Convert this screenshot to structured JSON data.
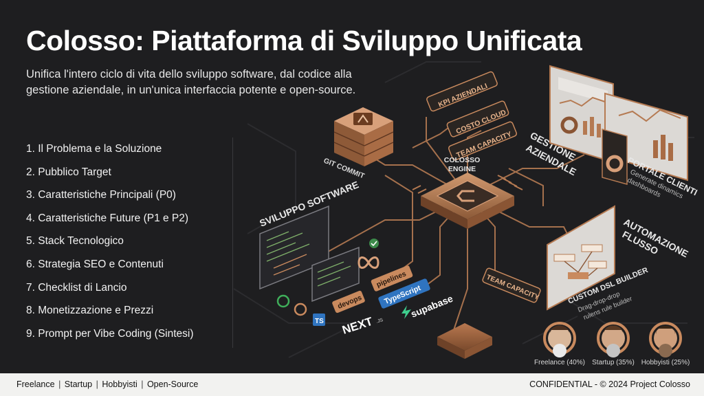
{
  "slide": {
    "title": "Colosso: Piattaforma di Sviluppo Unificata",
    "subtitle": "Unifica l'intero ciclo di vita dello sviluppo software, dal codice alla gestione aziendale, in un'unica interfaccia potente e open-source."
  },
  "agenda": [
    "1.  Il Problema e la Soluzione",
    "2. Pubblico Target",
    "3. Caratteristiche Principali (P0)",
    "4. Caratteristiche Future (P1 e P2)",
    "5. Stack Tecnologico",
    "6. Strategia SEO e Contenuti",
    "7. Checklist di Lancio",
    "8. Monetizzazione e Prezzi",
    "9. Prompt per Vibe Coding (Sintesi)"
  ],
  "illustration": {
    "git_commit": "GIT COMMIT",
    "kpi": "KPI AZIENDALI",
    "costo_cloud": "COSTO CLOUD",
    "team_capacity_top": "TEAM CAPACITY",
    "engine": "COLOSSO ENGINE",
    "gestione": "GESTIONE AZIENDALE",
    "portale_title": "PORTALE CLIENTI",
    "portale_desc": "Generate dinamics dashboards",
    "sviluppo": "SVILUPPO SOFTWARE",
    "automazione": "AUTOMAZIONE FLUSSO",
    "team_capacity": "TEAM CAPACITY",
    "custom_dsl": "CUSTOM DSL BUILDER",
    "custom_dsl_desc": "Drag-drop-drop rulens rule builder",
    "pipelines": "pipelines",
    "devops": "devops",
    "typescript": "TypeScript",
    "supabase": "supabase",
    "nextjs": "NEXT.JS",
    "ts_badge": "TS"
  },
  "audience": [
    {
      "label": "Freelance (40%)",
      "share": 40
    },
    {
      "label": "Startup (35%)",
      "share": 35
    },
    {
      "label": "Hobbyisti (25%)",
      "share": 25
    }
  ],
  "footer": {
    "tags": [
      "Freelance",
      "Startup",
      "Hobbyisti",
      "Open-Source"
    ],
    "right": "CONFIDENTIAL - © 2024 Project Colosso"
  },
  "colors": {
    "background": "#1e1e20",
    "copper": "#c98a5e",
    "copper_dark": "#8a5534",
    "footer_bg": "#f2f2f0",
    "typescript_blue": "#2f74c0"
  }
}
